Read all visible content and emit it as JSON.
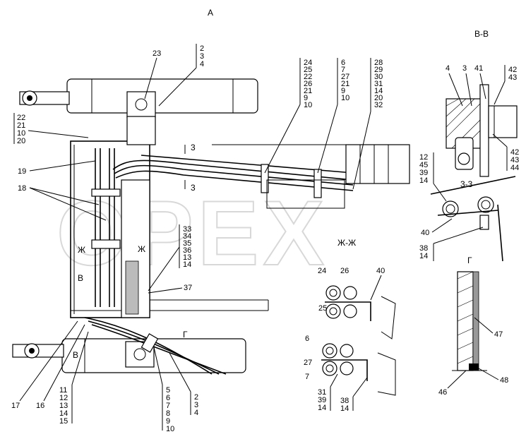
{
  "watermark": "OPEX",
  "corner_mark": "",
  "view_titles": {
    "main": "А",
    "section_vv": "В-В",
    "section_33": "3-3",
    "section_zhzh": "Ж-Ж",
    "detail_g": "Г"
  },
  "view_markers": {
    "cut3_top": "3",
    "cut3_bottom": "3",
    "zh_left": "Ж",
    "zh_right": "Ж",
    "v_top": "В",
    "v_bottom": "В",
    "g_callout": "Г"
  },
  "callouts": {
    "c23": "23",
    "c19": "19",
    "c18": "18",
    "c37": "37",
    "c17": "17",
    "c16": "16",
    "c40a": "40",
    "c24": "24",
    "c26": "26",
    "c25": "25",
    "c40b": "40",
    "c6": "6",
    "c27": "27",
    "c7": "7",
    "c4v": "4",
    "c3v": "3",
    "c41": "41",
    "c47": "47",
    "c46": "46",
    "c48": "48"
  },
  "stacks": {
    "s_2_3_4_top": [
      "2",
      "3",
      "4"
    ],
    "s_22_21_10_20": [
      "22",
      "21",
      "10",
      "20"
    ],
    "s_24_25_22": [
      "24",
      "25",
      "22",
      "26",
      "21",
      "9",
      "10"
    ],
    "s_6_7_27": [
      "6",
      "7",
      "27",
      "21",
      "9",
      "10"
    ],
    "s_28_29_30": [
      "28",
      "29",
      "30",
      "31",
      "14",
      "20",
      "32"
    ],
    "s_42_43_top": [
      "42",
      "43"
    ],
    "s_42_43_44": [
      "42",
      "43",
      "44"
    ],
    "s_12_45_39_14": [
      "12",
      "45",
      "39",
      "14"
    ],
    "s_38_14_a": [
      "38",
      "14"
    ],
    "s_33_34": [
      "33",
      "34",
      "35",
      "36",
      "13",
      "14"
    ],
    "s_11_12_13": [
      "11",
      "12",
      "13",
      "14",
      "15"
    ],
    "s_5_6_7": [
      "5",
      "6",
      "7",
      "8",
      "9",
      "10"
    ],
    "s_2_3_4_bottom": [
      "2",
      "3",
      "4"
    ],
    "s_31_39_14": [
      "31",
      "39",
      "14"
    ],
    "s_38_14_b": [
      "38",
      "14"
    ]
  }
}
